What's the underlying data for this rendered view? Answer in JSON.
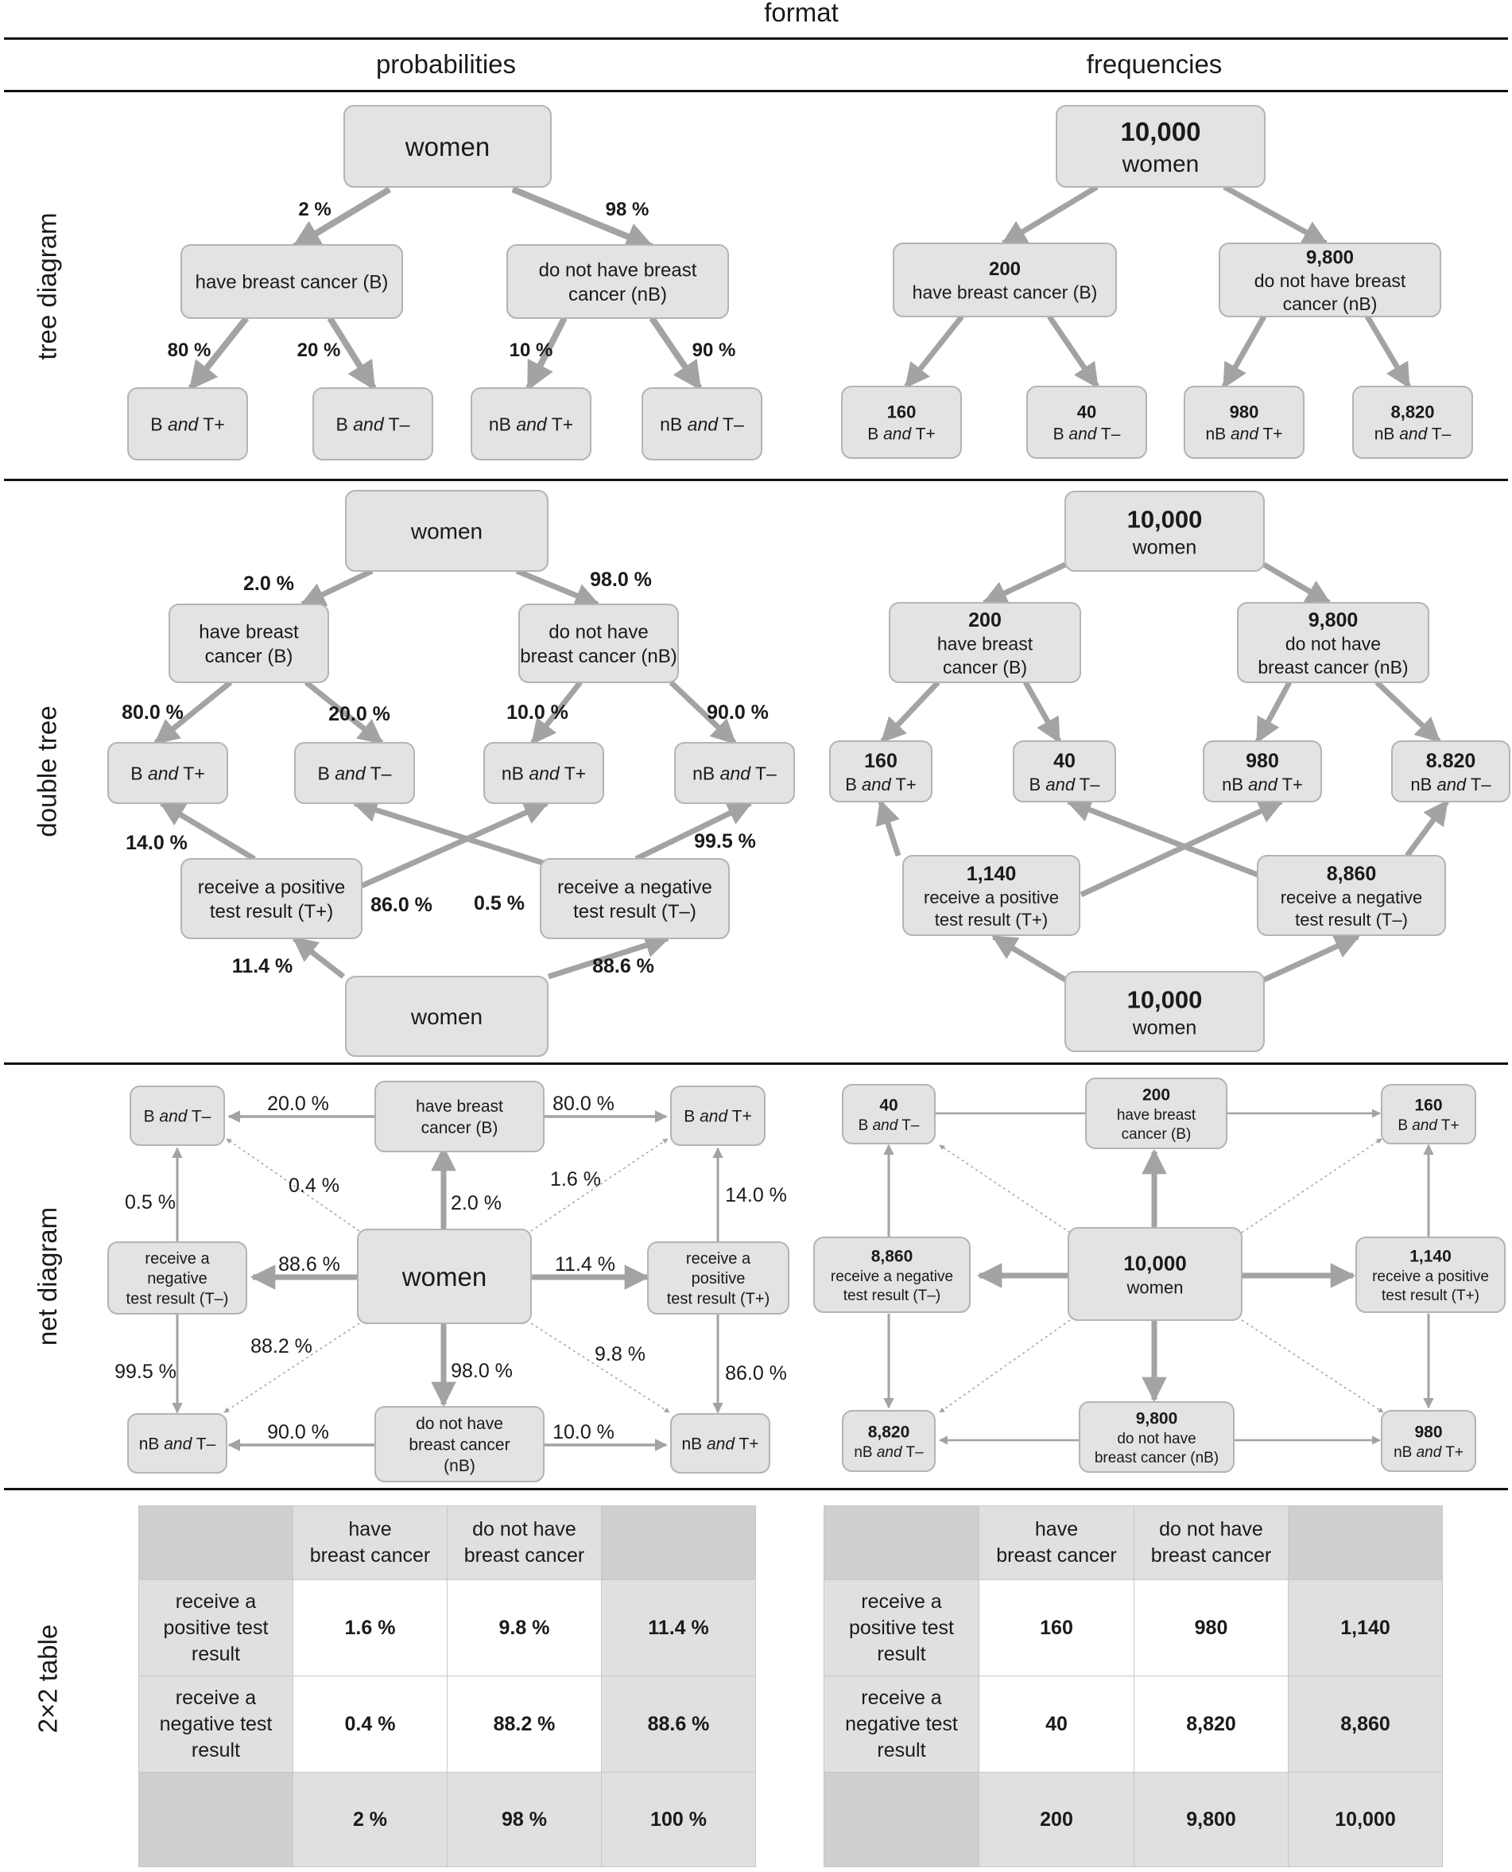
{
  "header": {
    "format": "format",
    "probabilities": "probabilities",
    "frequencies": "frequencies"
  },
  "row_labels": {
    "tree": "tree diagram",
    "double": "double tree",
    "net": "net diagram",
    "table": "2×2 table"
  },
  "colors": {
    "box_fill": "#e3e3e3",
    "box_stroke": "#b4b4b4",
    "arrow": "#a3a3a3",
    "rule": "#111111",
    "table_header": "#e0e0e0",
    "table_corner": "#cfcfcf"
  },
  "tree_prob": {
    "root": [
      "women"
    ],
    "b": [
      "have breast cancer (B)"
    ],
    "nb": [
      "do not have breast",
      "cancer (nB)"
    ],
    "bt": [
      "B |and| T+"
    ],
    "btn": [
      "B |and| T–"
    ],
    "nbt": [
      "nB |and| T+"
    ],
    "nbtn": [
      "nB |and| T–"
    ],
    "p_b": "2 %",
    "p_nb": "98 %",
    "p_bt": "80 %",
    "p_btn": "20 %",
    "p_nbt": "10 %",
    "p_nbtn": "90 %"
  },
  "tree_freq": {
    "root": [
      "10,000",
      "women"
    ],
    "b": [
      "200",
      "have breast cancer (B)"
    ],
    "nb": [
      "9,800",
      "do not have breast",
      "cancer (nB)"
    ],
    "bt": [
      "160",
      "B |and| T+"
    ],
    "btn": [
      "40",
      "B |and| T–"
    ],
    "nbt": [
      "980",
      "nB |and| T+"
    ],
    "nbtn": [
      "8,820",
      "nB |and| T–"
    ]
  },
  "double_prob": {
    "root": [
      "women"
    ],
    "b": [
      "have breast",
      "cancer (B)"
    ],
    "nb": [
      "do not have",
      "breast cancer (nB)"
    ],
    "bt": [
      "B |and| T+"
    ],
    "btn": [
      "B |and| T–"
    ],
    "nbt": [
      "nB |and| T+"
    ],
    "nbtn": [
      "nB |and| T–"
    ],
    "tp": [
      "receive a positive",
      "test result (T+)"
    ],
    "tn": [
      "receive a negative",
      "test result (T–)"
    ],
    "bottom": [
      "women"
    ],
    "p_b": "2.0 %",
    "p_nb": "98.0 %",
    "p_bt": "80.0 %",
    "p_btn": "20.0 %",
    "p_nbt": "10.0 %",
    "p_nbtn": "90.0 %",
    "p_tp_bt": "14.0 %",
    "p_tp_nbt": "86.0 %",
    "p_tn_btn": "0.5 %",
    "p_tn_nbtn": "99.5 %",
    "p_tp": "11.4 %",
    "p_tn": "88.6 %"
  },
  "double_freq": {
    "root": [
      "10,000",
      "women"
    ],
    "b": [
      "200",
      "have breast",
      "cancer (B)"
    ],
    "nb": [
      "9,800",
      "do not have",
      "breast cancer (nB)"
    ],
    "bt": [
      "160",
      "B |and| T+"
    ],
    "btn": [
      "40",
      "B |and| T–"
    ],
    "nbt": [
      "980",
      "nB |and| T+"
    ],
    "nbtn": [
      "8.820",
      "nB |and| T–"
    ],
    "tp": [
      "1,140",
      "receive a positive",
      "test result (T+)"
    ],
    "tn": [
      "8,860",
      "receive a negative",
      "test result (T–)"
    ],
    "bottom": [
      "10,000",
      "women"
    ]
  },
  "net_prob": {
    "center": [
      "women"
    ],
    "b": [
      "have breast",
      "cancer (B)"
    ],
    "nb": [
      "do not have",
      "breast cancer",
      "(nB)"
    ],
    "btn": [
      "B |and| T–"
    ],
    "bt": [
      "B |and| T+"
    ],
    "nbtn": [
      "nB |and| T–"
    ],
    "nbt": [
      "nB |and| T+"
    ],
    "tn": [
      "receive a",
      "negative",
      "test result (T–)"
    ],
    "tp": [
      "receive a",
      "positive",
      "test result (T+)"
    ],
    "p_b_btn": "20.0 %",
    "p_b_bt": "80.0 %",
    "p_nb_nbtn": "90.0 %",
    "p_nb_nbt": "10.0 %",
    "p_c_b": "2.0 %",
    "p_c_nb": "98.0 %",
    "p_c_tn": "88.6 %",
    "p_c_tp": "11.4 %",
    "p_c_btn": "0.4 %",
    "p_c_bt": "1.6 %",
    "p_c_nbtn": "88.2 %",
    "p_c_nbt": "9.8 %",
    "p_tn_btn": "0.5 %",
    "p_tn_nbtn": "99.5 %",
    "p_tp_bt": "14.0 %",
    "p_tp_nbt": "86.0 %"
  },
  "net_freq": {
    "center": [
      "10,000",
      "women"
    ],
    "b": [
      "200",
      "have breast",
      "cancer (B)"
    ],
    "nb": [
      "9,800",
      "do not have",
      "breast cancer (nB)"
    ],
    "btn": [
      "40",
      "B |and| T–"
    ],
    "bt": [
      "160",
      "B |and| T+"
    ],
    "nbtn": [
      "8,820",
      "nB |and| T–"
    ],
    "nbt": [
      "980",
      "nB |and| T+"
    ],
    "tn": [
      "8,860",
      "receive a negative",
      "test result (T–)"
    ],
    "tp": [
      "1,140",
      "receive a positive",
      "test result (T+)"
    ]
  },
  "table_prob": {
    "headers": [
      [
        "have",
        "breast cancer"
      ],
      [
        "do not have",
        "breast cancer"
      ]
    ],
    "rows": [
      {
        "label": [
          "receive a",
          "positive test",
          "result"
        ],
        "values": [
          "1.6 %",
          "9.8 %",
          "11.4 %"
        ]
      },
      {
        "label": [
          "receive a",
          "negative test",
          "result"
        ],
        "values": [
          "0.4 %",
          "88.2 %",
          "88.6 %"
        ]
      }
    ],
    "totals": [
      "2 %",
      "98 %",
      "100 %"
    ]
  },
  "table_freq": {
    "headers": [
      [
        "have",
        "breast cancer"
      ],
      [
        "do not have",
        "breast cancer"
      ]
    ],
    "rows": [
      {
        "label": [
          "receive a",
          "positive test",
          "result"
        ],
        "values": [
          "160",
          "980",
          "1,140"
        ]
      },
      {
        "label": [
          "receive a",
          "negative test",
          "result"
        ],
        "values": [
          "40",
          "8,820",
          "8,860"
        ]
      }
    ],
    "totals": [
      "200",
      "9,800",
      "10,000"
    ]
  }
}
